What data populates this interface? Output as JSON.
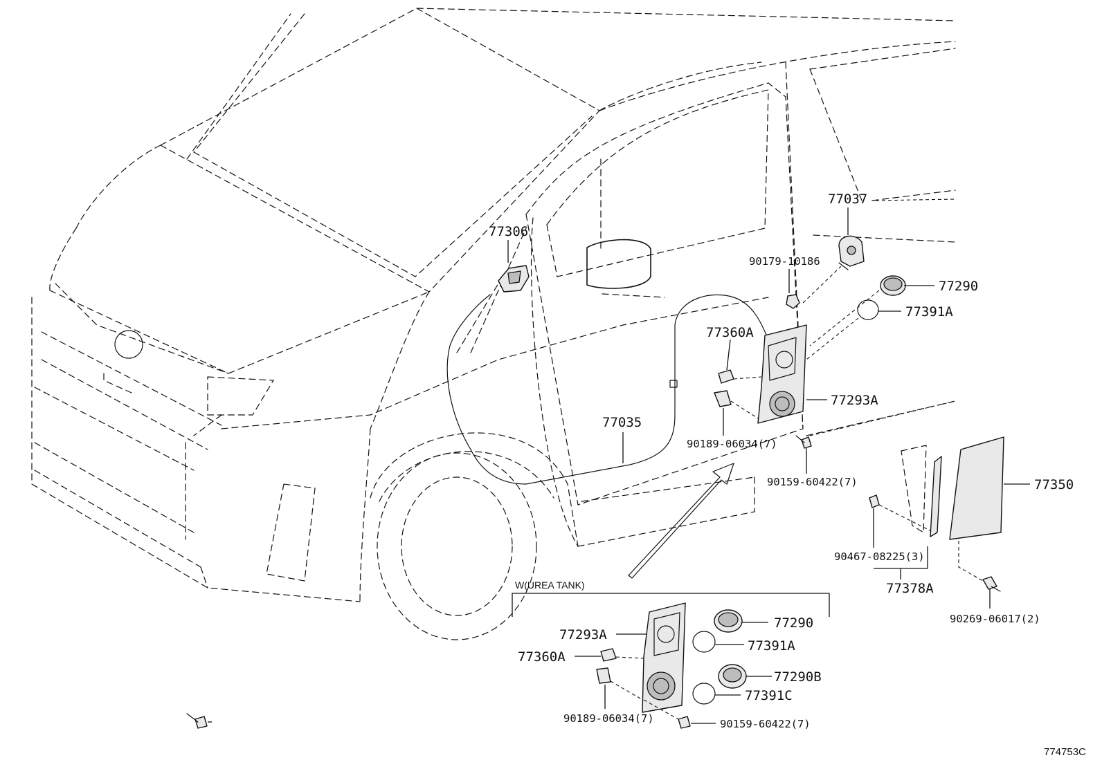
{
  "diagram": {
    "drawing_number": "774753C",
    "inset_title": "W(UREA TANK)",
    "labels": {
      "p77306": "77306",
      "p77037": "77037",
      "p90179": "90179-10186",
      "p77290": "77290",
      "p77391A": "77391A",
      "p77360A": "77360A",
      "p77293A": "77293A",
      "p77035": "77035",
      "p90189": "90189-06034(7)",
      "p90159": "90159-60422(7)",
      "p77350": "77350",
      "p90467": "90467-08225(3)",
      "p77378A": "77378A",
      "p90269": "90269-06017(2)",
      "i77293A": "77293A",
      "i77360A": "77360A",
      "i77290": "77290",
      "i77391A": "77391A",
      "i77290B": "77290B",
      "i77391C": "77391C",
      "i90189": "90189-06034(7)",
      "i90159": "90159-60422(7)"
    }
  }
}
